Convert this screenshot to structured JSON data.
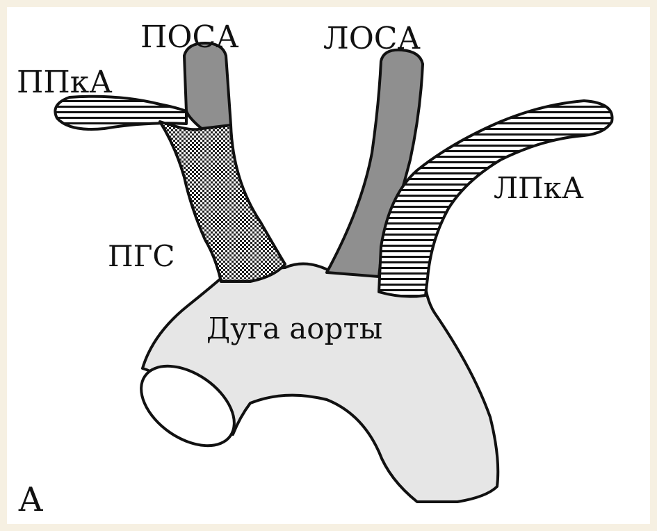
{
  "labels": {
    "posa": "ПОСА",
    "losa": "ЛОСА",
    "ppka": "ППкА",
    "lpka": "ЛПкА",
    "pgs": "ПГС",
    "arch": "Дуга аорты",
    "panel": "А"
  },
  "colors": {
    "background": "#f6f0e2",
    "panel": "#ffffff",
    "arch_fill": "#e6e6e6",
    "carotid_fill": "#8f8f8f",
    "outline": "#111111"
  },
  "fills": {
    "ppka": "horizontal-stripes",
    "lpka": "horizontal-stripes",
    "pgs": "checkered",
    "posa": "solid-gray",
    "losa": "solid-gray"
  }
}
